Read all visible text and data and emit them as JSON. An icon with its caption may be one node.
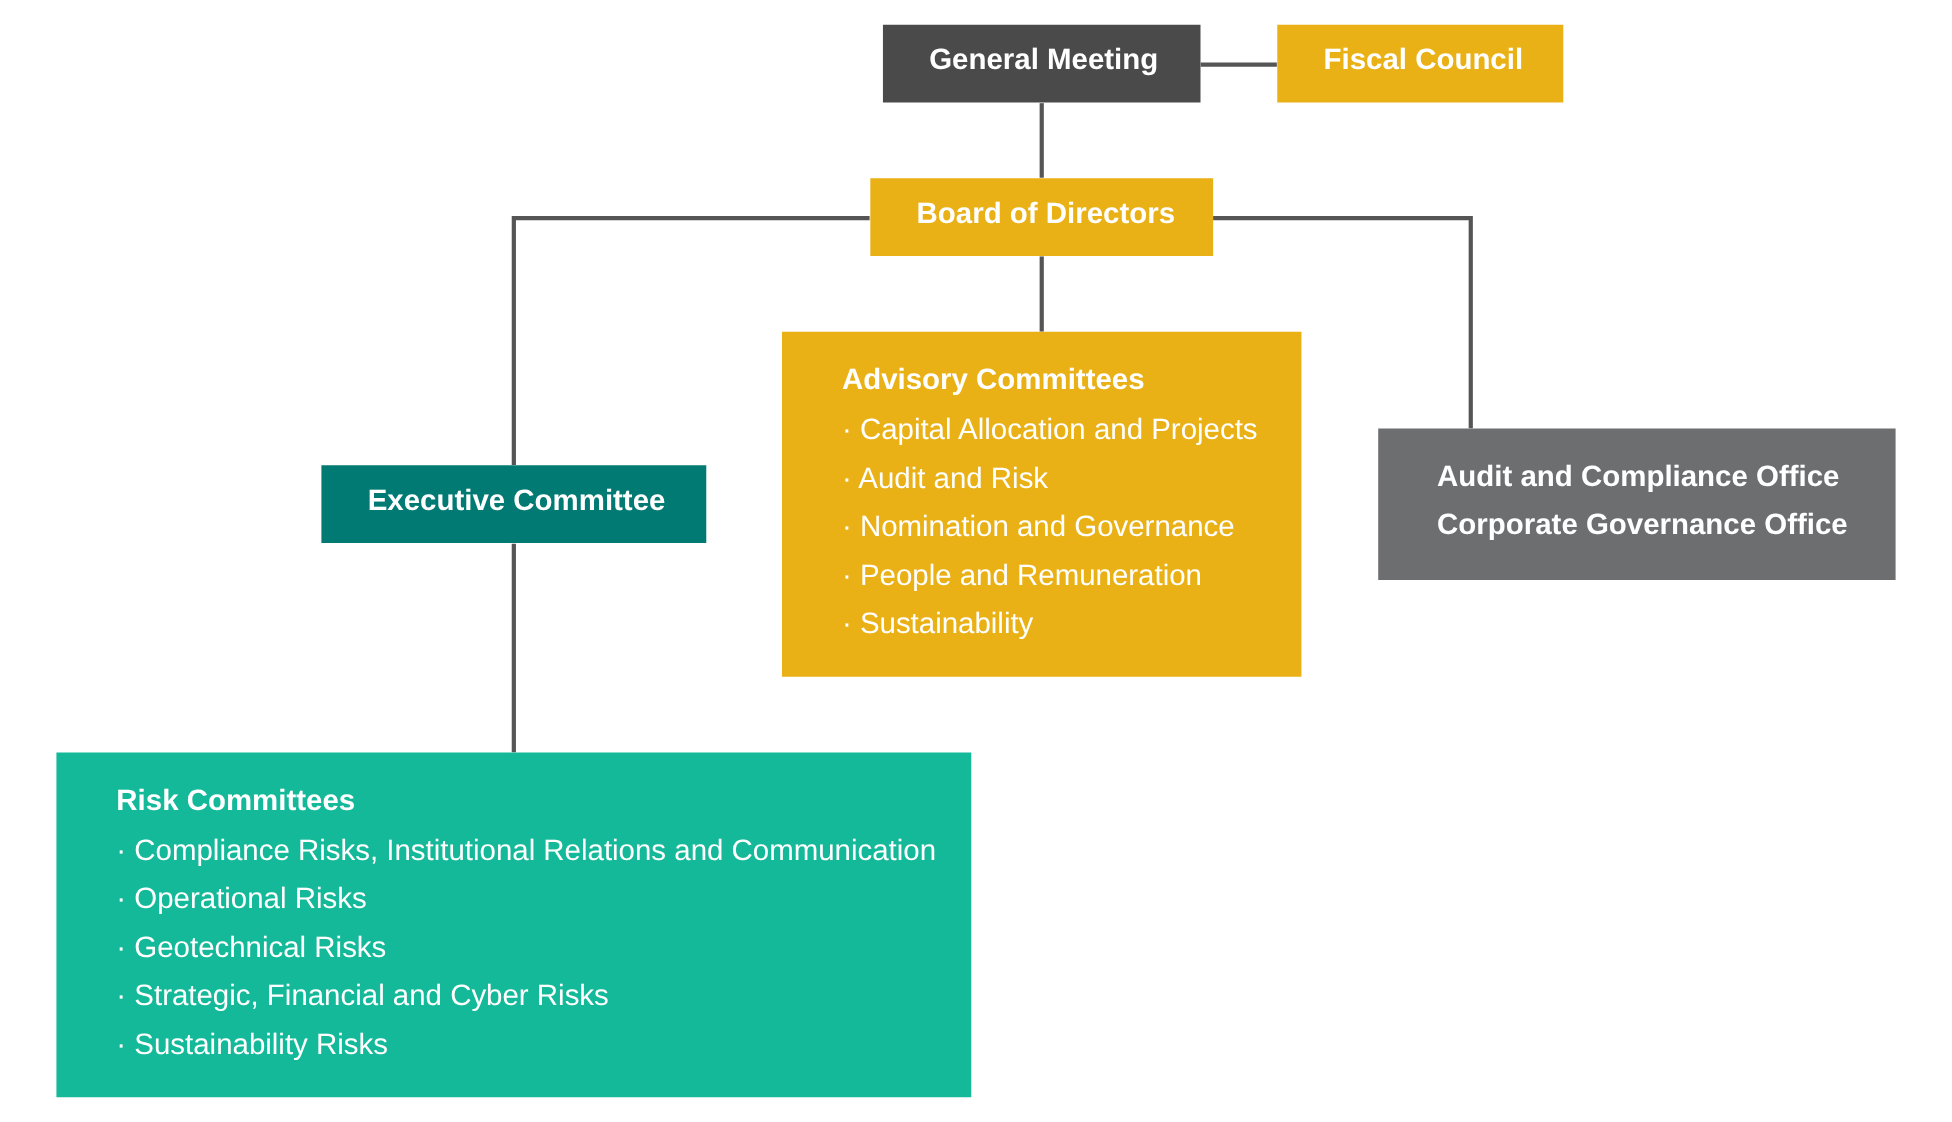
{
  "diagram": {
    "nodes": [
      {
        "text": [
          "General Meeting"
        ]
      },
      {
        "text": [
          "Fiscal Council"
        ]
      },
      {
        "text": [
          "Board of Directors"
        ]
      },
      {
        "text": [
          "Executive Committee"
        ]
      },
      {
        "text": [
          "Advisory Committees",
          "· Capital Allocation and Projects",
          "· Audit and Risk",
          "· Nomination and Governance",
          "· People and Remuneration",
          "· Sustainability"
        ]
      },
      {
        "text": [
          "Risk Committees",
          "· Compliance Risks, Institutional Relations and Communication",
          "· Operational Risks",
          "· Geotechnical Risks",
          "· Strategic, Financial and Cyber Risks",
          "· Sustainability Risks"
        ]
      },
      {
        "text": [
          "Audit and Compliance Office",
          "Corporate Governance Office"
        ]
      }
    ],
    "edges": [
      {
        "from": 0,
        "to": 2,
        "arrow": "none"
      },
      {
        "from": 0,
        "to": 1,
        "arrow": "none"
      },
      {
        "from": 2,
        "to": 3,
        "arrow": "none"
      },
      {
        "from": 2,
        "to": 4,
        "arrow": "none"
      },
      {
        "from": 2,
        "to": 6,
        "arrow": "none"
      },
      {
        "from": 3,
        "to": 5,
        "arrow": "none"
      }
    ]
  }
}
